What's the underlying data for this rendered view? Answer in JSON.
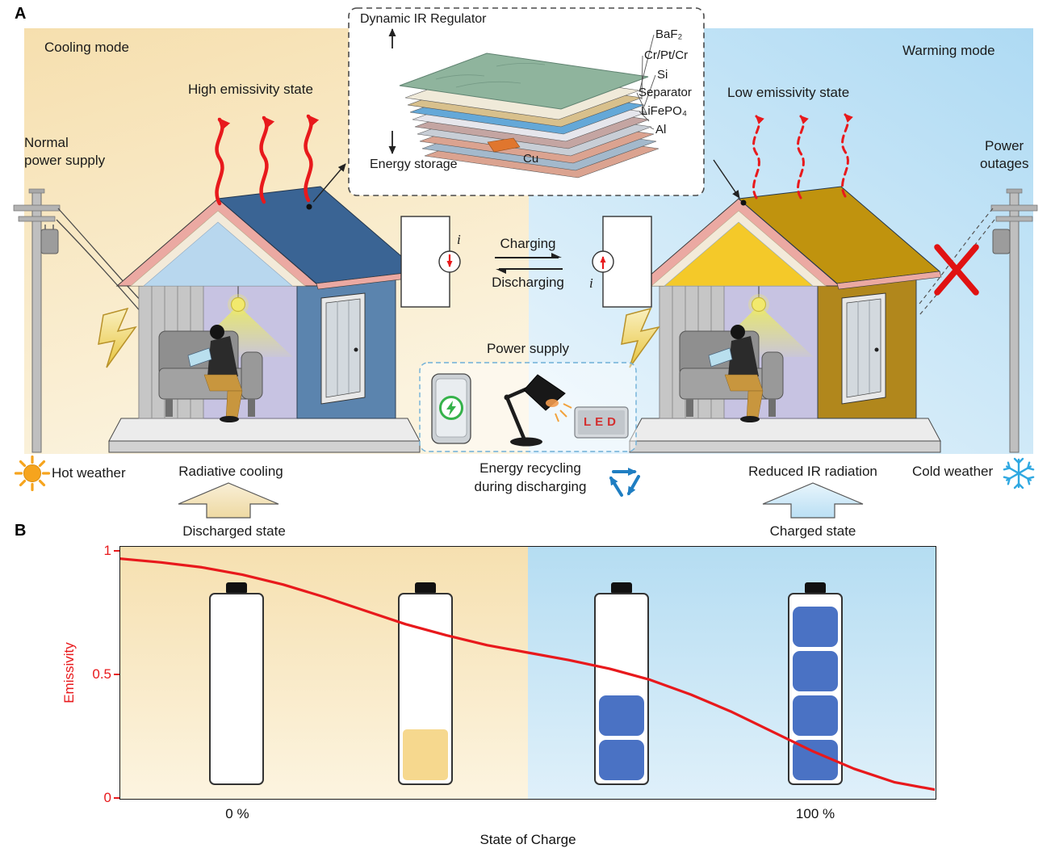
{
  "panel_a": {
    "label": "A",
    "cooling_mode": "Cooling mode",
    "warming_mode": "Warming mode",
    "high_emissivity_state": "High emissivity state",
    "low_emissivity_state": "Low emissivity state",
    "normal_power_line1": "Normal",
    "normal_power_line2": "power supply",
    "power_outages_line1": "Power",
    "power_outages_line2": "outages",
    "inset": {
      "regulator_label": "Dynamic IR Regulator",
      "storage_label": "Energy storage",
      "layer_labels": [
        "BaF₂",
        "Cr/Pt/Cr",
        "Si",
        "Separator",
        "LiFePO₄",
        "Al"
      ],
      "cu_label": "Cu"
    },
    "charging": "Charging",
    "discharging": "Discharging",
    "current_symbol": "i",
    "power_supply": "Power supply",
    "led_text": "LED",
    "hot_weather": "Hot weather",
    "cold_weather": "Cold weather",
    "radiative_cooling": "Radiative cooling",
    "reduced_ir_radiation": "Reduced IR radiation",
    "energy_recycling_line1": "Energy recycling",
    "energy_recycling_line2": "during discharging",
    "discharged_state": "Discharged state",
    "charged_state": "Charged state"
  },
  "panel_b": {
    "label": "B"
  },
  "chart_data": {
    "type": "line",
    "title": "",
    "xlabel": "State of Charge",
    "ylabel": "Emissivity",
    "ylim": [
      0,
      1
    ],
    "grid": false,
    "legend": false,
    "y_ticks": [
      {
        "label": "1",
        "value": 1
      },
      {
        "label": "0.5",
        "value": 0.5
      },
      {
        "label": "0",
        "value": 0
      }
    ],
    "x_ticks": [
      {
        "label": "0 %",
        "frac": 0.143
      },
      {
        "label": "100 %",
        "frac": 0.852
      }
    ],
    "region_split_frac": 0.5,
    "series": [
      {
        "name": "Emissivity vs State of Charge",
        "x_frac": [
          0,
          0.05,
          0.1,
          0.15,
          0.2,
          0.25,
          0.3,
          0.35,
          0.4,
          0.45,
          0.5,
          0.55,
          0.6,
          0.65,
          0.7,
          0.75,
          0.8,
          0.85,
          0.9,
          0.95,
          1.0
        ],
        "y": [
          0.965,
          0.95,
          0.93,
          0.9,
          0.86,
          0.81,
          0.755,
          0.7,
          0.655,
          0.615,
          0.585,
          0.555,
          0.52,
          0.475,
          0.415,
          0.345,
          0.265,
          0.185,
          0.115,
          0.06,
          0.03
        ]
      }
    ],
    "batteries": [
      {
        "x_frac": 0.143,
        "state": "empty"
      },
      {
        "x_frac": 0.374,
        "state": "partial",
        "fill_frac": 0.27
      },
      {
        "x_frac": 0.615,
        "state": "cells",
        "cells": 2
      },
      {
        "x_frac": 0.852,
        "state": "cells",
        "cells": 4
      }
    ],
    "colors": {
      "curve": "#e8191c",
      "left_bg_top": "#f6e0b0",
      "left_bg_bottom": "#fcf4e0",
      "right_bg_top": "#b5ddf2",
      "right_bg_bottom": "#dff0fa",
      "battery_blue": "#4a72c4",
      "battery_yellow": "#f6d88e"
    }
  }
}
